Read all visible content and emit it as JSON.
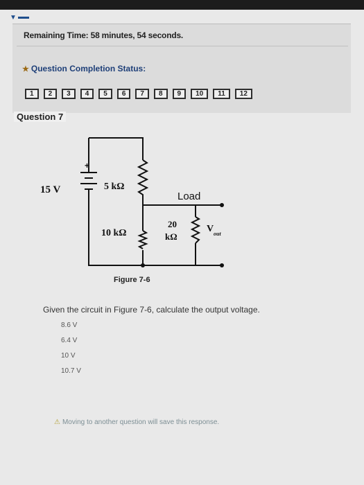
{
  "timer": {
    "text": "Remaining Time: 58 minutes, 54 seconds."
  },
  "status": {
    "label": "Question Completion Status:"
  },
  "question_nav": [
    "1",
    "2",
    "3",
    "4",
    "5",
    "6",
    "7",
    "8",
    "9",
    "10",
    "11",
    "12"
  ],
  "question": {
    "title": "Question 7",
    "figure": {
      "source_label": "15 V",
      "r1_label": "5 kΩ",
      "load_label": "Load",
      "r2_label": "10 kΩ",
      "r3_top": "20",
      "r3_bottom": "kΩ",
      "vout_main": "V",
      "vout_sub": "out",
      "caption": "Figure 7-6"
    },
    "prompt": "Given the circuit in Figure 7-6, calculate the output voltage.",
    "options": [
      "8.6 V",
      "6.4 V",
      "10 V",
      "10.7 V"
    ]
  },
  "warning": {
    "icon": "warning-icon",
    "text": "Moving to another question will save this response."
  }
}
